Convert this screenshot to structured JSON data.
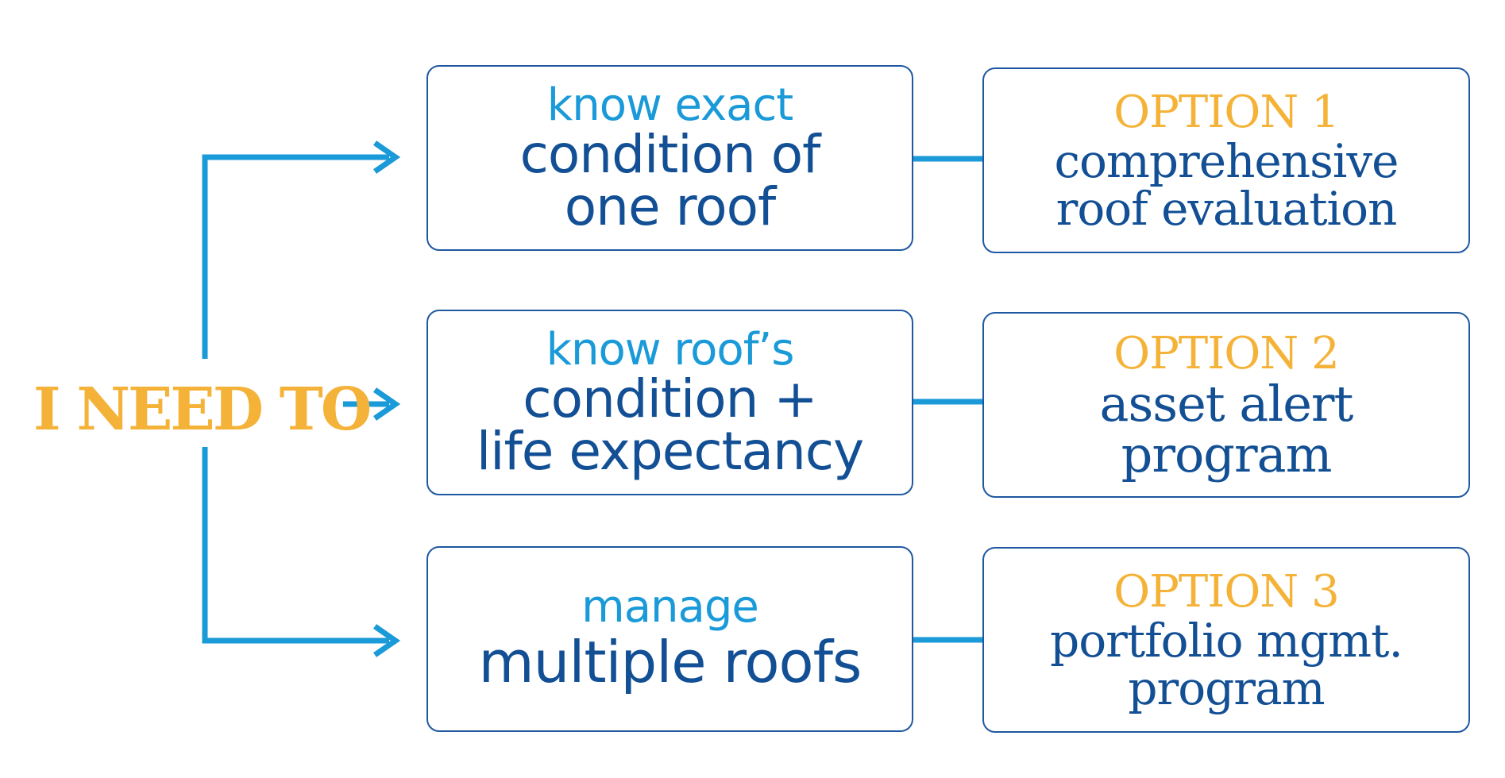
{
  "colors": {
    "accent_blue": "#1a9ad8",
    "dark_blue": "#124f94",
    "gold": "#f4b338",
    "border": "#1f58a0"
  },
  "lead": "I NEED TO",
  "needs": [
    {
      "top": "know exact",
      "lines": [
        "condition of",
        "one roof"
      ]
    },
    {
      "top": "know roof’s",
      "lines": [
        "condition +",
        "life expectancy"
      ]
    },
    {
      "top": "manage",
      "lines": [
        "multiple roofs"
      ]
    }
  ],
  "options": [
    {
      "title": "OPTION 1",
      "lines": [
        "comprehensive",
        "roof evaluation"
      ]
    },
    {
      "title": "OPTION 2",
      "lines": [
        "asset alert",
        "program"
      ]
    },
    {
      "title": "OPTION 3",
      "lines": [
        "portfolio mgmt.",
        "program"
      ]
    }
  ]
}
